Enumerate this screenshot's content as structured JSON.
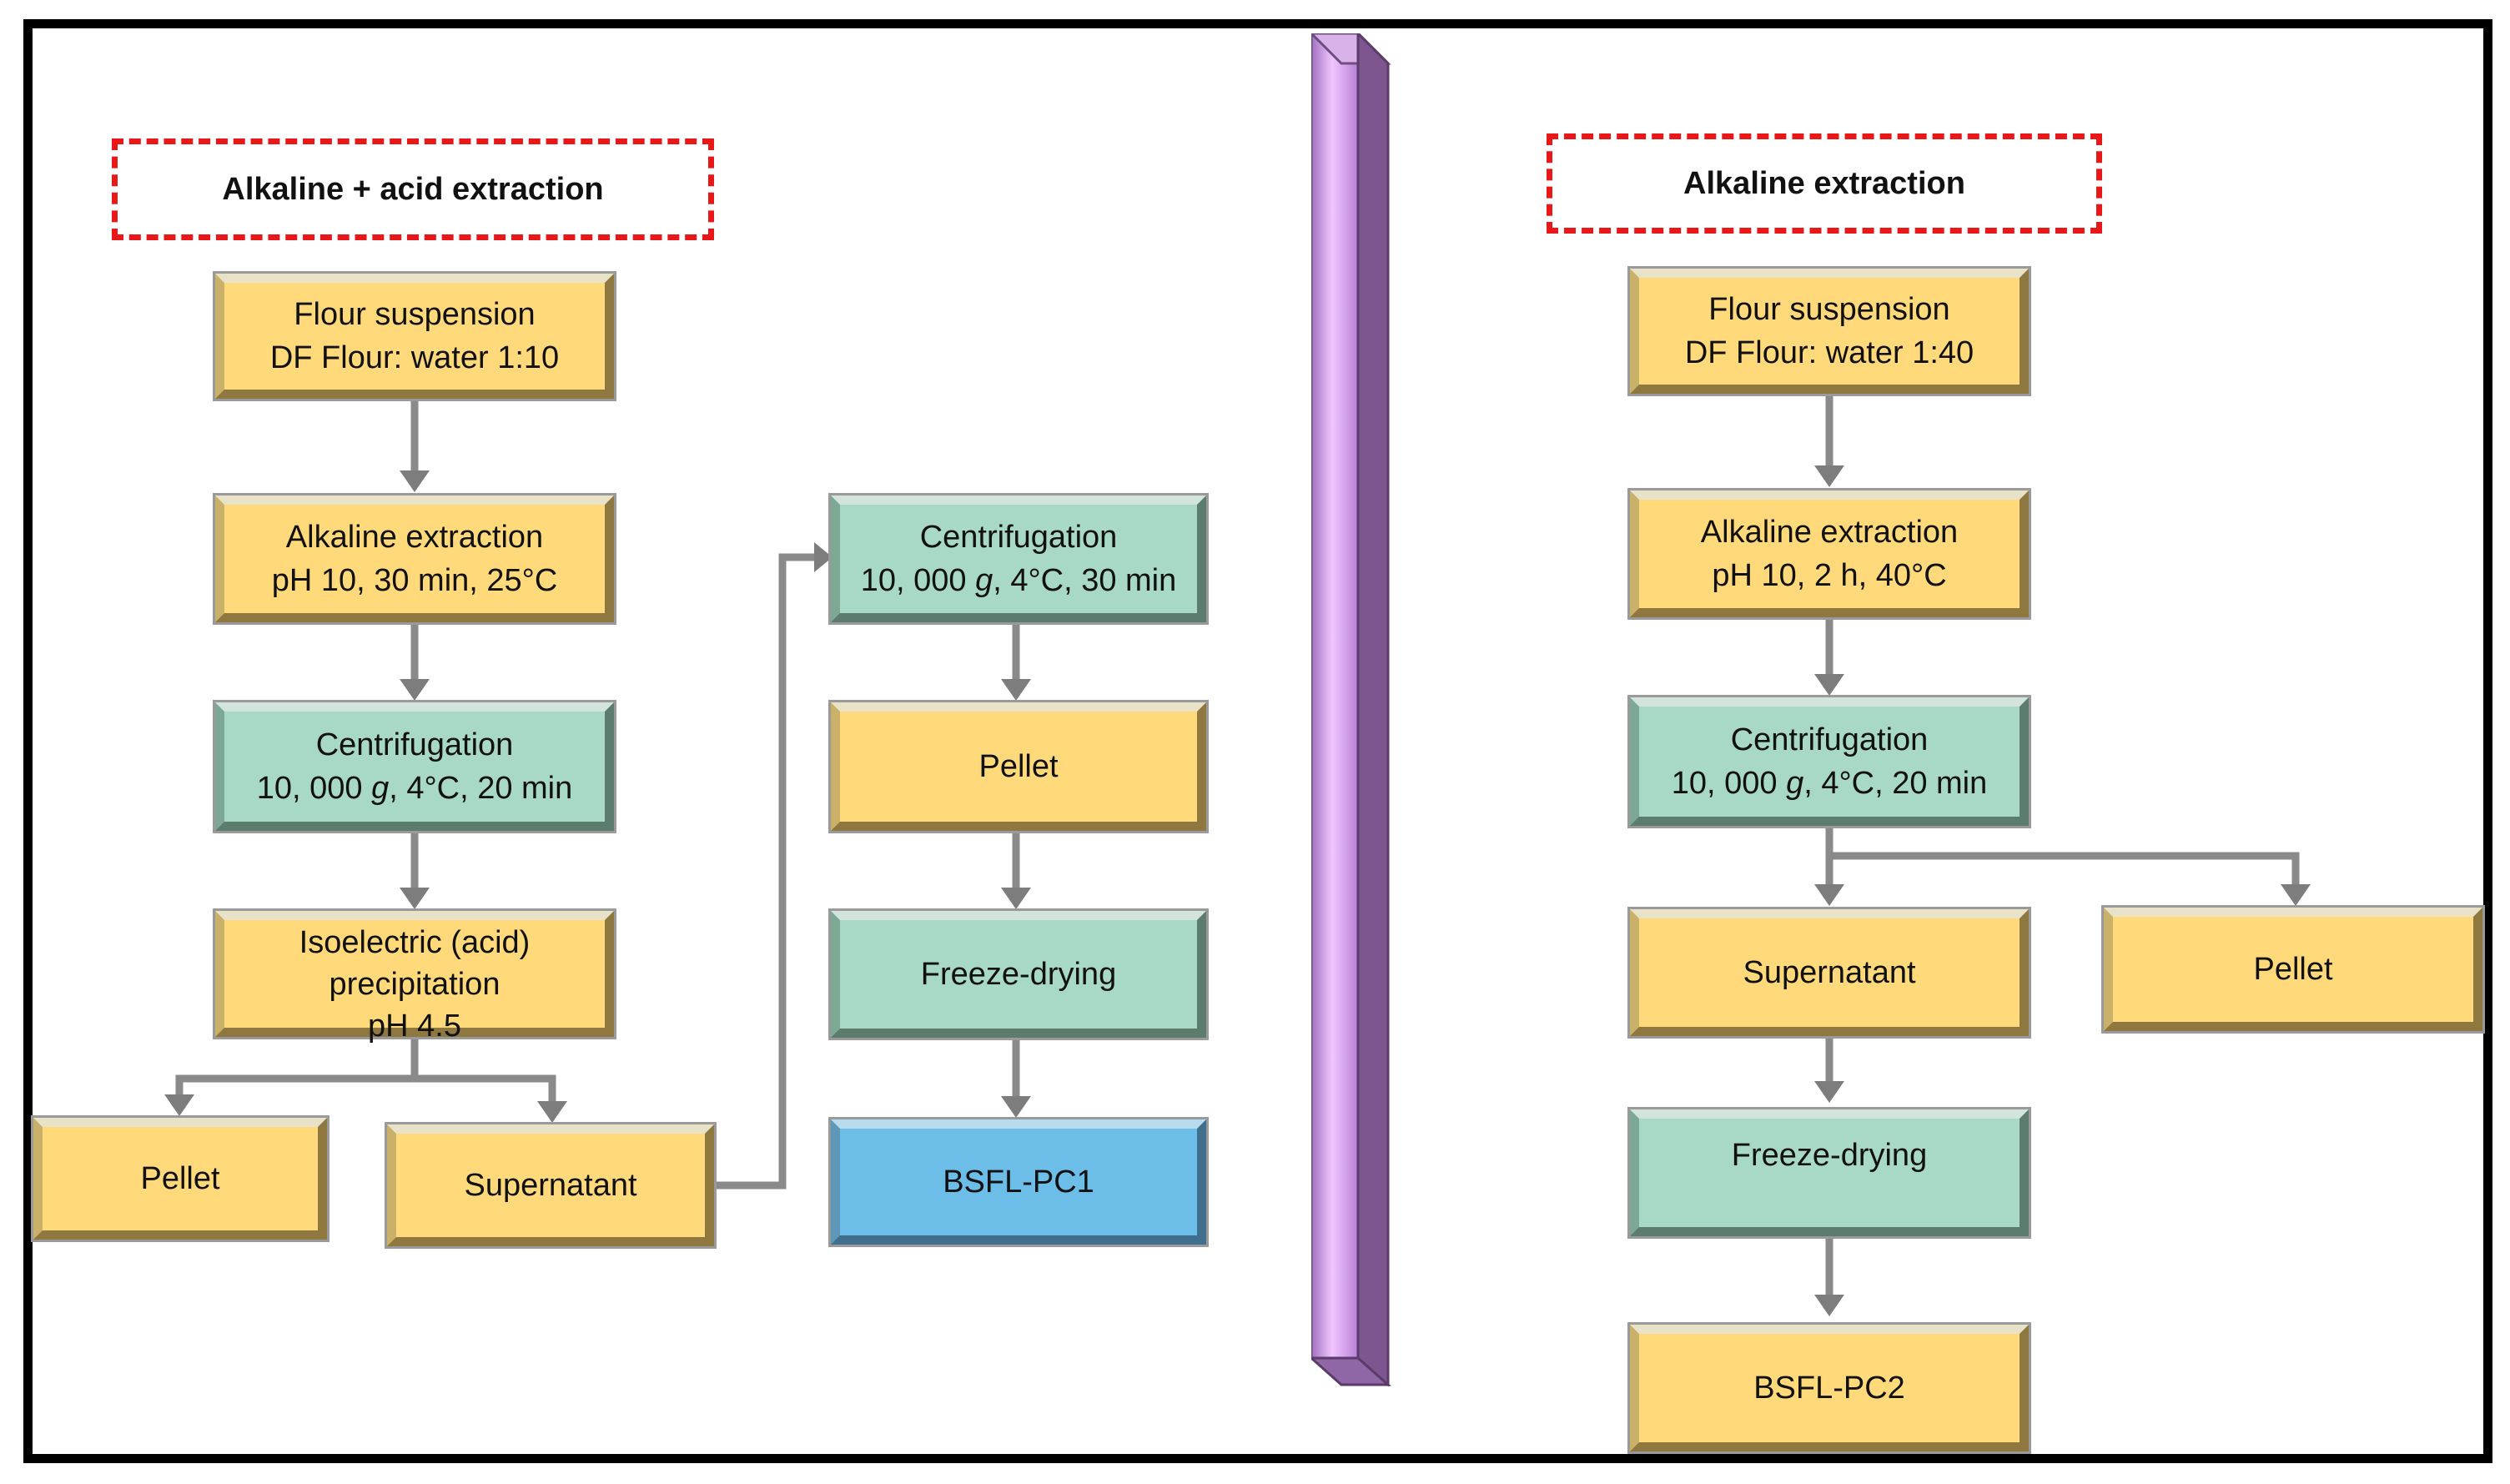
{
  "left": {
    "title": "Alkaline + acid extraction",
    "flour": {
      "line1": "Flour suspension",
      "line2": "DF Flour: water 1:10"
    },
    "alkaline": {
      "line1": "Alkaline extraction",
      "line2": "pH 10, 30 min, 25°C"
    },
    "centrifugation": {
      "line1": "Centrifugation",
      "pre": "10, 000 ",
      "g": "g",
      "post": ", 4°C, 20 min"
    },
    "isoelectric": {
      "line1": "Isoelectric (acid)",
      "line2": "precipitation",
      "line3": "pH 4.5"
    },
    "pellet": "Pellet",
    "supernatant": "Supernatant",
    "centrifugation2": {
      "line1": "Centrifugation",
      "pre": "10, 000 ",
      "g": "g",
      "post": ", 4°C, 30 min"
    },
    "pellet2": "Pellet",
    "freeze": "Freeze-drying",
    "product": "BSFL-PC1"
  },
  "right": {
    "title": "Alkaline extraction",
    "flour": {
      "line1": "Flour suspension",
      "line2": "DF Flour: water 1:40"
    },
    "alkaline": {
      "line1": "Alkaline extraction",
      "line2": "pH 10, 2 h, 40°C"
    },
    "centrifugation": {
      "line1": "Centrifugation",
      "pre": "10, 000 ",
      "g": "g",
      "post": ", 4°C, 20 min"
    },
    "supernatant": "Supernatant",
    "pellet": "Pellet",
    "freeze": "Freeze-drying",
    "product": "BSFL-PC2"
  },
  "colors": {
    "process_yellow": "#ffd97a",
    "process_green": "#a8d8c6",
    "product_blue": "#6cbde8",
    "dashed_title": "#e81818",
    "divider_purple": "#c98fe0",
    "connector_gray": "#8a8a8a"
  }
}
